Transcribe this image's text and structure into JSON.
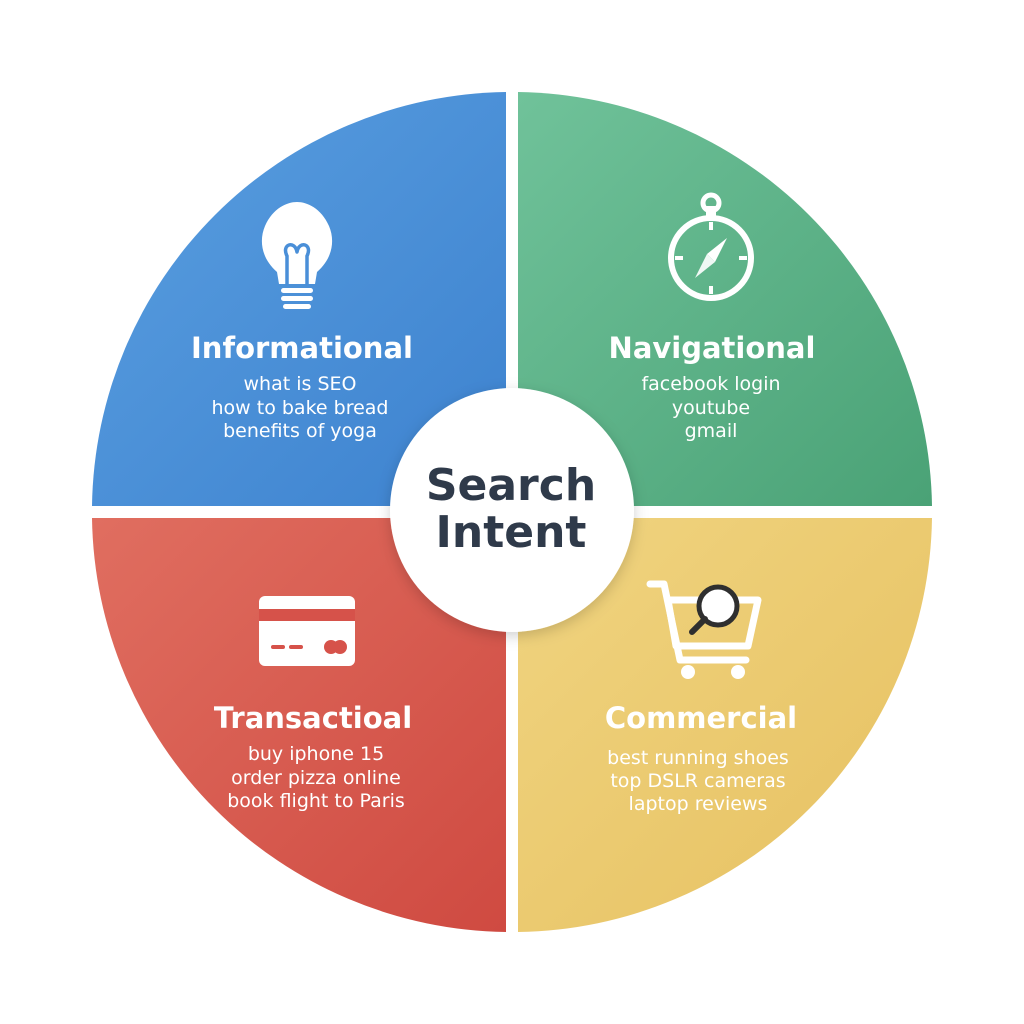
{
  "center": {
    "line1": "Search",
    "line2": "Intent"
  },
  "quadrants": [
    {
      "key": "informational",
      "title": "Informational",
      "color": "#4a90d9",
      "icon": "lightbulb-icon",
      "examples": [
        "what is SEO",
        "how to bake bread",
        "benefits of yoga"
      ]
    },
    {
      "key": "navigational",
      "title": "Navigational",
      "color": "#5cb085",
      "icon": "compass-icon",
      "examples": [
        "facebook login",
        "youtube",
        "gmail"
      ]
    },
    {
      "key": "transactional",
      "title": "Transactioal",
      "color": "#d9574c",
      "icon": "credit-card-icon",
      "examples": [
        "buy iphone 15",
        "order pizza online",
        "book flight to Paris"
      ]
    },
    {
      "key": "commercial",
      "title": "Commercial",
      "color": "#ebcb6e",
      "icon": "shopping-cart-search-icon",
      "examples": [
        "best running shoes",
        "top DSLR cameras",
        "laptop reviews"
      ]
    }
  ]
}
